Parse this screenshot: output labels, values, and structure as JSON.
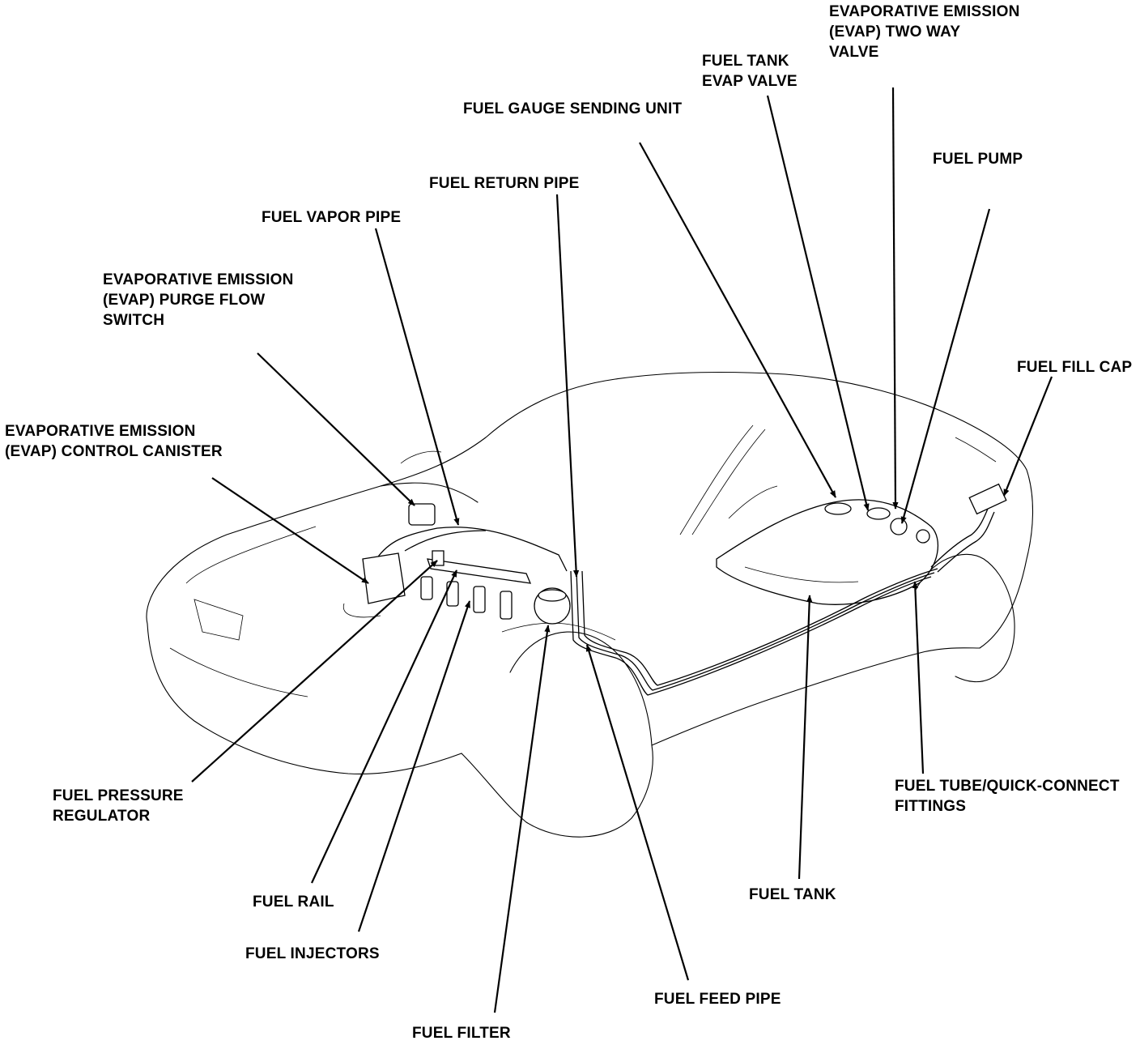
{
  "labels": {
    "evap_two_way_valve": [
      "EVAPORATIVE EMISSION",
      "(EVAP) TWO WAY",
      "VALVE"
    ],
    "fuel_tank_evap_valve": [
      "FUEL TANK",
      "EVAP VALVE"
    ],
    "fuel_gauge_sending_unit": [
      "FUEL GAUGE SENDING UNIT"
    ],
    "fuel_pump": [
      "FUEL PUMP"
    ],
    "fuel_return_pipe": [
      "FUEL RETURN PIPE"
    ],
    "fuel_vapor_pipe": [
      "FUEL VAPOR PIPE"
    ],
    "evap_purge_flow_switch": [
      "EVAPORATIVE EMISSION",
      "(EVAP) PURGE FLOW",
      "SWITCH"
    ],
    "fuel_fill_cap": [
      "FUEL FILL CAP"
    ],
    "evap_control_canister": [
      "EVAPORATIVE EMISSION",
      "(EVAP) CONTROL CANISTER"
    ],
    "fuel_pressure_regulator": [
      "FUEL PRESSURE",
      "REGULATOR"
    ],
    "fuel_tube_quick_connect": [
      "FUEL TUBE/QUICK-CONNECT",
      "FITTINGS"
    ],
    "fuel_rail": [
      "FUEL RAIL"
    ],
    "fuel_tank": [
      "FUEL TANK"
    ],
    "fuel_injectors": [
      "FUEL INJECTORS"
    ],
    "fuel_feed_pipe": [
      "FUEL FEED PIPE"
    ],
    "fuel_filter": [
      "FUEL FILTER"
    ]
  }
}
